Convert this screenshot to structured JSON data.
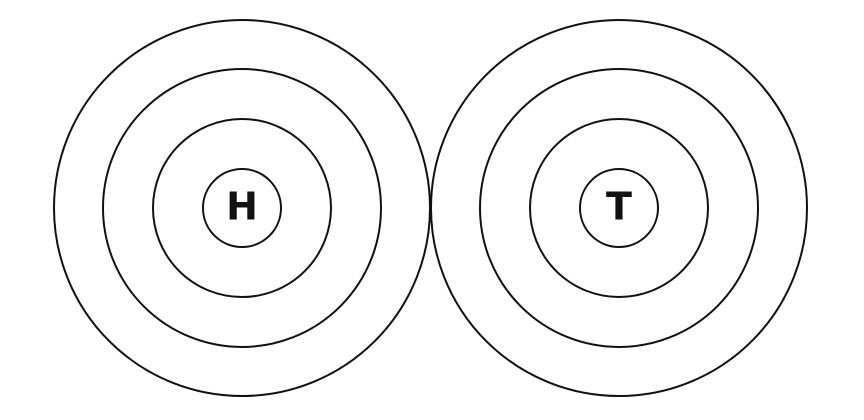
{
  "targets": [
    {
      "letter": "H",
      "ring_count": 4
    },
    {
      "letter": "T",
      "ring_count": 4
    }
  ],
  "colors": {
    "stroke": "#111111",
    "background": "#ffffff"
  }
}
